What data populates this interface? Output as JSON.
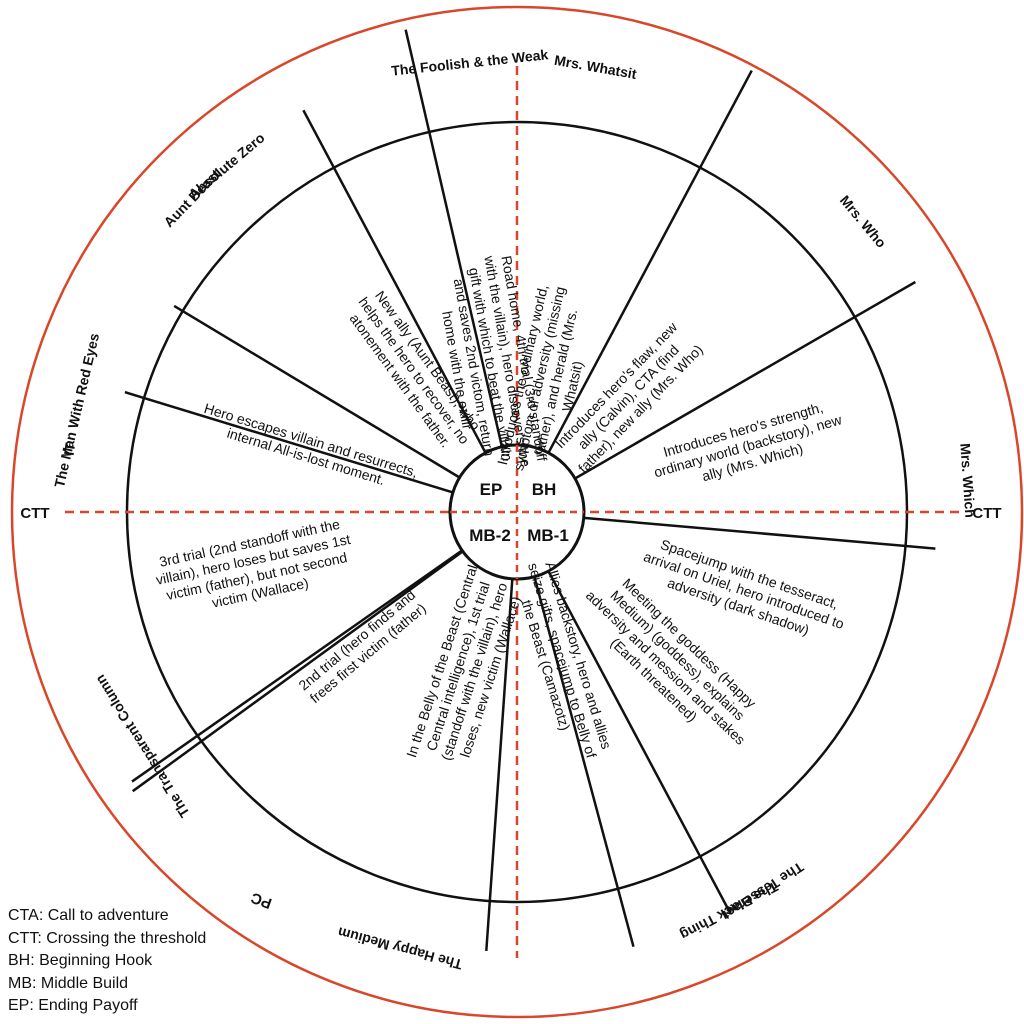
{
  "colors": {
    "outer_ring": "#d9472b",
    "dashed_axes": "#d9472b",
    "lines": "#111111",
    "text": "#111111",
    "background": "#ffffff"
  },
  "center": {
    "top_left": "EP",
    "top_right": "BH",
    "bottom_left": "MB-2",
    "bottom_right": "MB-1"
  },
  "threshold_labels": {
    "left": "CTT",
    "right": "CTT"
  },
  "bottom_label": "PC",
  "segments": [
    {
      "title": "Mrs. Whatsit",
      "lines": [
        "Introduces the ordinary world,",
        "symptom of adversity (missing",
        "father), and herald (Mrs.",
        "Whatsit)"
      ]
    },
    {
      "title": "Mrs. Who",
      "lines": [
        "Introduces hero's flaw, new",
        "ally (Calvin), CTA (find",
        "father), new ally (Mrs. Who)"
      ]
    },
    {
      "title": "Mrs. Which",
      "lines": [
        "Introduces hero's strength,",
        "ordinary world (backstory), new",
        "ally (Mrs. Which)"
      ]
    },
    {
      "title": "The Black Thing",
      "lines": [
        "Spacejump with the tesseract,",
        "arrival on Uriel, hero introduced to",
        "adversity (dark shadow)"
      ]
    },
    {
      "title": "The Tesseract",
      "lines": [
        "Meeting the goddess (Happy",
        "Medium) (goddess), explains",
        "adversity and messiom and stakes",
        "(Earth threatened)"
      ]
    },
    {
      "title": "The Happy Medium",
      "lines": [
        "Allies backstory, hero and allies",
        "seize gifts, spacejump to Belly of",
        "the Beast (Camazotz)"
      ]
    },
    {
      "title": "The Man With Red Eyes",
      "lines": [
        "In the Belly of the Beast (Central",
        "Central intelligence), 1st trial",
        "(standoff with the villain), hero",
        "loses, new victim (Wallace)"
      ]
    },
    {
      "title": "The Transparent Column",
      "lines": [
        "2nd trial (hero finds and",
        "frees first victim (father)"
      ]
    },
    {
      "title": "IT",
      "lines": [
        "3rd trial (2nd standoff with the",
        "villain), hero loses but saves 1st",
        "victim (father), but not second",
        "victim (Wallace)"
      ]
    },
    {
      "title": "Absolute Zero",
      "lines": [
        "Hero escapes villain and resurrects,",
        "internal All-is-lost moment."
      ]
    },
    {
      "title": "Aunt Beast",
      "lines": [
        "New ally (Aunt Beast), who",
        "helps the hero to recover, no",
        "atonement with the father."
      ]
    },
    {
      "title": "The Foolish  & the  Weak",
      "lines": [
        "Road home, 4th trial (3rd standoff",
        "with the villain), hero discovers the",
        "gift with which to beat the villain",
        "and saves 2nd victom, return",
        "home with the exilir"
      ]
    }
  ],
  "legend": [
    "CTA: Call to adventure",
    "CTT: Crossing the threshold",
    "BH: Beginning Hook",
    "MB: Middle Build",
    "EP: Ending Payoff"
  ]
}
